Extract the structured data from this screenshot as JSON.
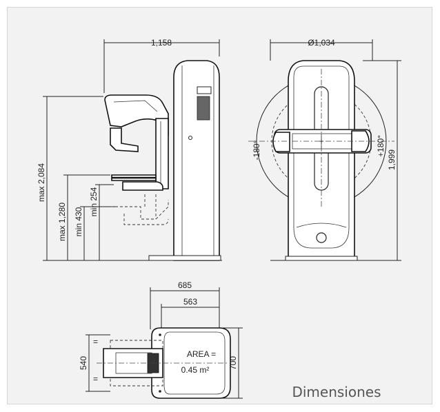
{
  "dimensions": {
    "side_width": "1,158",
    "max_height": "max 2,084",
    "max_1280": "max 1,280",
    "min_430": "min 430",
    "min_254": "min 254",
    "diameter": "Ø1,034",
    "total_height": "1,999",
    "rot_neg": "-180°",
    "rot_pos": "+180°",
    "depth_685": "685",
    "depth_563": "563",
    "width_540": "540",
    "width_700": "700",
    "area_label": "AREA =",
    "area_value": "0.45 m²"
  },
  "caption": "Dimensiones"
}
